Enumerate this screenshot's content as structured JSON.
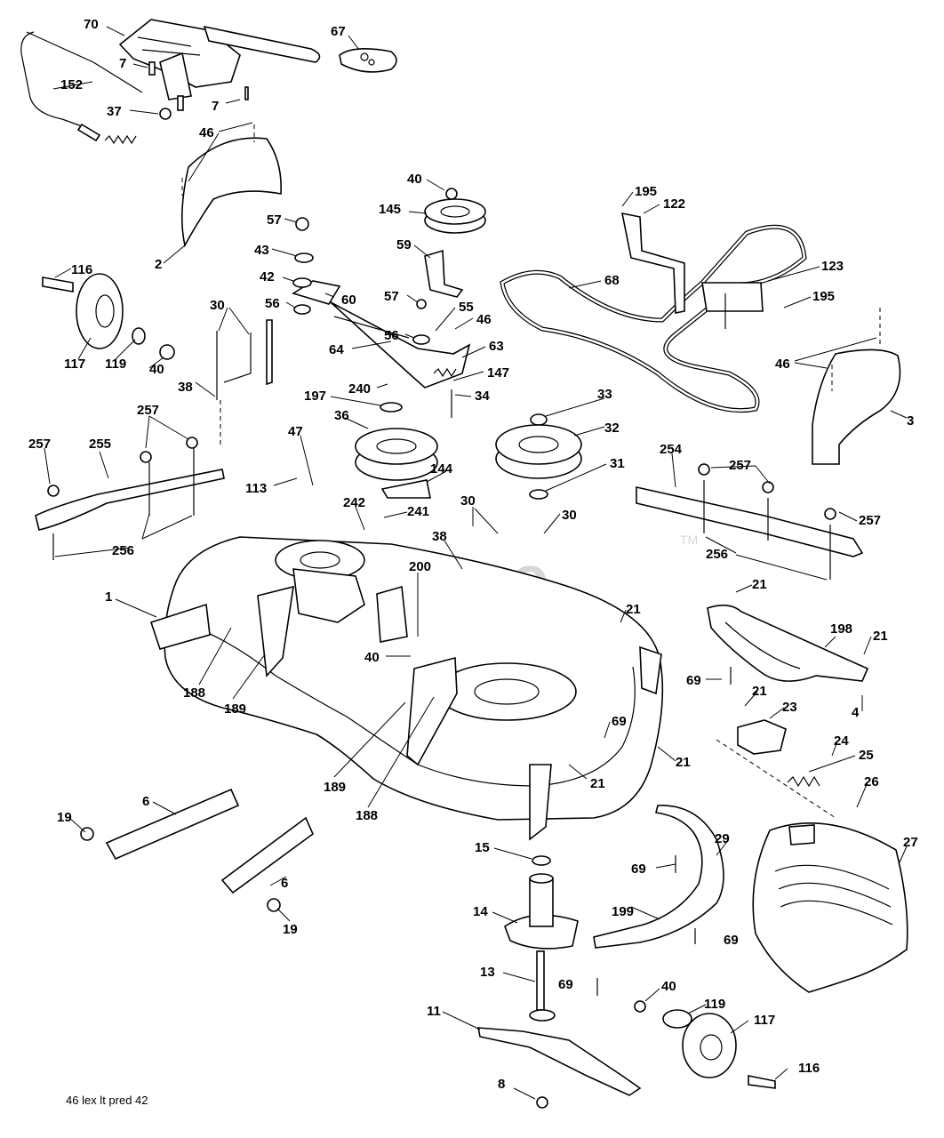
{
  "watermark": {
    "text": "PartsTree",
    "trademark": "TM"
  },
  "footer": {
    "text": "46 lex lt pred 42"
  },
  "callouts": [
    {
      "id": "70",
      "text": "70"
    },
    {
      "id": "67",
      "text": "67"
    },
    {
      "id": "152",
      "text": "152"
    },
    {
      "id": "7a",
      "text": "7"
    },
    {
      "id": "7b",
      "text": "7"
    },
    {
      "id": "37",
      "text": "37"
    },
    {
      "id": "46a",
      "text": "46"
    },
    {
      "id": "2",
      "text": "2"
    },
    {
      "id": "57a",
      "text": "57"
    },
    {
      "id": "43",
      "text": "43"
    },
    {
      "id": "42",
      "text": "42"
    },
    {
      "id": "60",
      "text": "60"
    },
    {
      "id": "56a",
      "text": "56"
    },
    {
      "id": "64",
      "text": "64"
    },
    {
      "id": "40a",
      "text": "40"
    },
    {
      "id": "145",
      "text": "145"
    },
    {
      "id": "59",
      "text": "59"
    },
    {
      "id": "57b",
      "text": "57"
    },
    {
      "id": "55",
      "text": "55"
    },
    {
      "id": "46b",
      "text": "46"
    },
    {
      "id": "56b",
      "text": "56"
    },
    {
      "id": "63",
      "text": "63"
    },
    {
      "id": "147",
      "text": "147"
    },
    {
      "id": "34",
      "text": "34"
    },
    {
      "id": "240",
      "text": "240"
    },
    {
      "id": "197",
      "text": "197"
    },
    {
      "id": "195a",
      "text": "195"
    },
    {
      "id": "122",
      "text": "122"
    },
    {
      "id": "123",
      "text": "123"
    },
    {
      "id": "195b",
      "text": "195"
    },
    {
      "id": "68",
      "text": "68"
    },
    {
      "id": "46c",
      "text": "46"
    },
    {
      "id": "3",
      "text": "3"
    },
    {
      "id": "116a",
      "text": "116"
    },
    {
      "id": "117a",
      "text": "117"
    },
    {
      "id": "119a",
      "text": "119"
    },
    {
      "id": "40b",
      "text": "40"
    },
    {
      "id": "30a",
      "text": "30"
    },
    {
      "id": "38a",
      "text": "38"
    },
    {
      "id": "257a",
      "text": "257"
    },
    {
      "id": "257b",
      "text": "257"
    },
    {
      "id": "255",
      "text": "255"
    },
    {
      "id": "256a",
      "text": "256"
    },
    {
      "id": "36",
      "text": "36"
    },
    {
      "id": "33",
      "text": "33"
    },
    {
      "id": "32",
      "text": "32"
    },
    {
      "id": "31",
      "text": "31"
    },
    {
      "id": "47",
      "text": "47"
    },
    {
      "id": "144",
      "text": "144"
    },
    {
      "id": "113",
      "text": "113"
    },
    {
      "id": "242",
      "text": "242"
    },
    {
      "id": "241",
      "text": "241"
    },
    {
      "id": "30b",
      "text": "30"
    },
    {
      "id": "30c",
      "text": "30"
    },
    {
      "id": "38b",
      "text": "38"
    },
    {
      "id": "200",
      "text": "200"
    },
    {
      "id": "254",
      "text": "254"
    },
    {
      "id": "257c",
      "text": "257"
    },
    {
      "id": "257d",
      "text": "257"
    },
    {
      "id": "256b",
      "text": "256"
    },
    {
      "id": "1",
      "text": "1"
    },
    {
      "id": "21a",
      "text": "21"
    },
    {
      "id": "21b",
      "text": "21"
    },
    {
      "id": "198",
      "text": "198"
    },
    {
      "id": "21c",
      "text": "21"
    },
    {
      "id": "69a",
      "text": "69"
    },
    {
      "id": "4",
      "text": "4"
    },
    {
      "id": "40c",
      "text": "40"
    },
    {
      "id": "188a",
      "text": "188"
    },
    {
      "id": "189a",
      "text": "189"
    },
    {
      "id": "69b",
      "text": "69"
    },
    {
      "id": "21d",
      "text": "21"
    },
    {
      "id": "23",
      "text": "23"
    },
    {
      "id": "21e",
      "text": "21"
    },
    {
      "id": "24",
      "text": "24"
    },
    {
      "id": "25",
      "text": "25"
    },
    {
      "id": "21f",
      "text": "21"
    },
    {
      "id": "189b",
      "text": "189"
    },
    {
      "id": "188b",
      "text": "188"
    },
    {
      "id": "26",
      "text": "26"
    },
    {
      "id": "6a",
      "text": "6"
    },
    {
      "id": "19a",
      "text": "19"
    },
    {
      "id": "6b",
      "text": "6"
    },
    {
      "id": "19b",
      "text": "19"
    },
    {
      "id": "15",
      "text": "15"
    },
    {
      "id": "29",
      "text": "29"
    },
    {
      "id": "27",
      "text": "27"
    },
    {
      "id": "69c",
      "text": "69"
    },
    {
      "id": "14",
      "text": "14"
    },
    {
      "id": "199",
      "text": "199"
    },
    {
      "id": "69d",
      "text": "69"
    },
    {
      "id": "13",
      "text": "13"
    },
    {
      "id": "69e",
      "text": "69"
    },
    {
      "id": "40d",
      "text": "40"
    },
    {
      "id": "119b",
      "text": "119"
    },
    {
      "id": "117b",
      "text": "117"
    },
    {
      "id": "11",
      "text": "11"
    },
    {
      "id": "116b",
      "text": "116"
    },
    {
      "id": "8",
      "text": "8"
    }
  ]
}
